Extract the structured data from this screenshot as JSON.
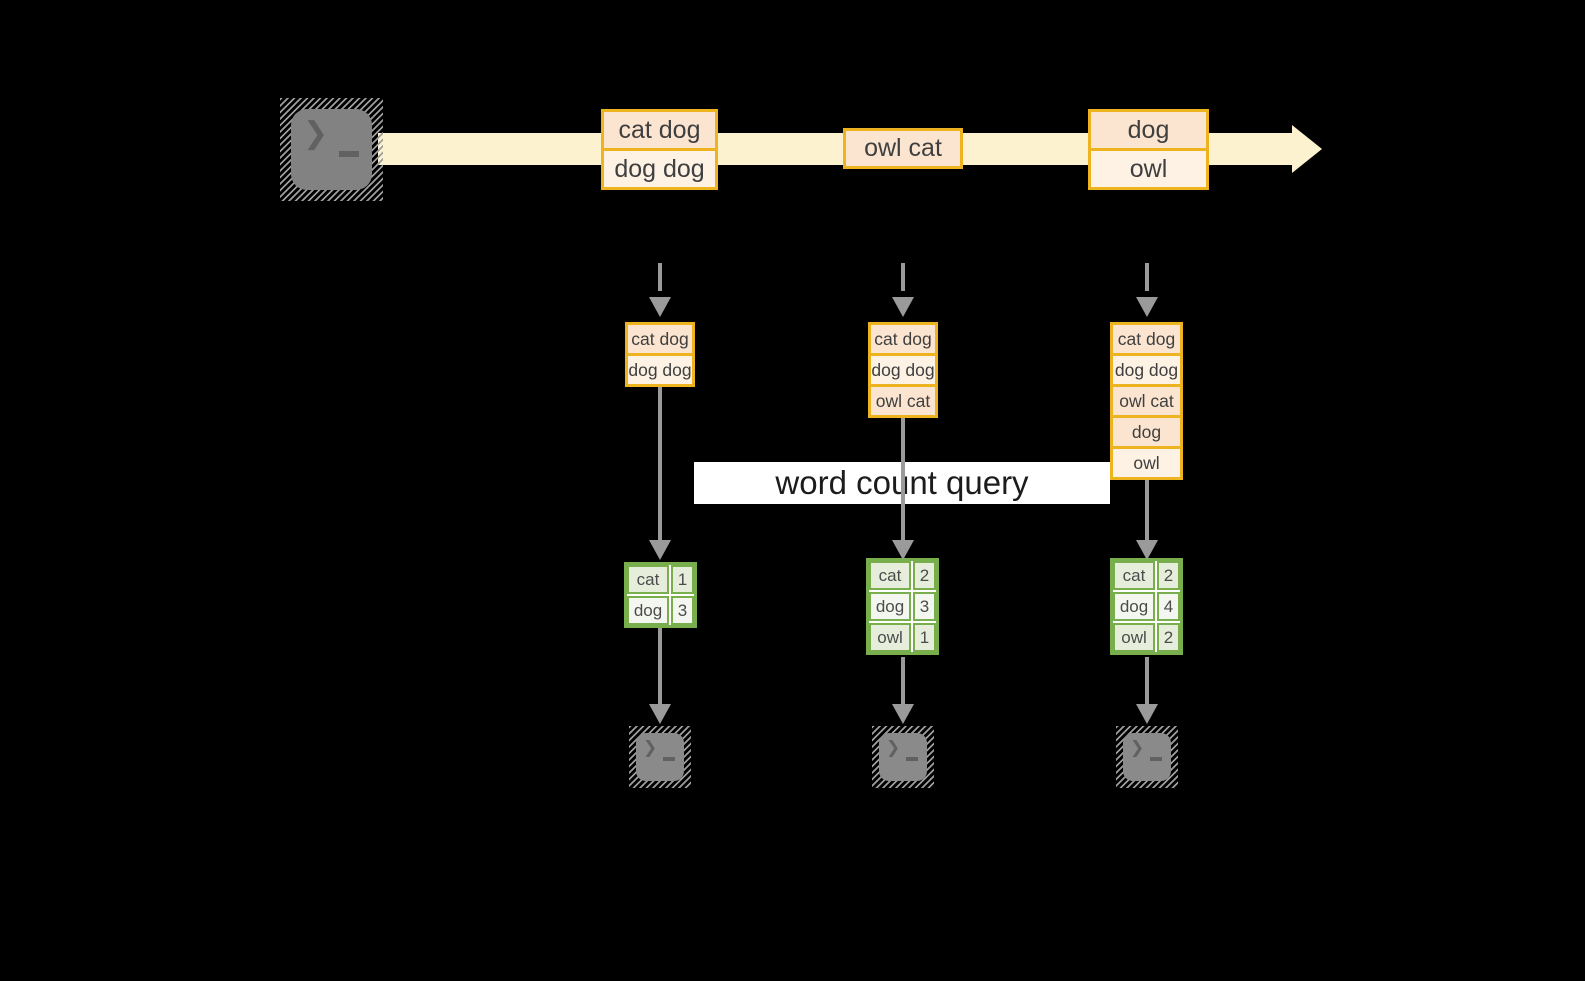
{
  "palette": {
    "background": "#000000",
    "stream_band": "#fcf2cf",
    "record_border": "#eeb41f",
    "record_fill_peach": "#fbe5d0",
    "record_fill_cream": "#fdf2e4",
    "table_border": "#79ae4d",
    "table_fill_dark": "#e6eedb",
    "table_fill_light": "#f3f7ef",
    "arrow_gray": "#9a9a9a",
    "terminal_gray": "#828282",
    "banner_bg": "#ffffff"
  },
  "terminal_icon": {
    "prompt": "❯",
    "cursor": "_"
  },
  "stream": {
    "batches": [
      {
        "records": [
          "cat dog",
          "dog dog"
        ]
      },
      {
        "records": [
          "owl cat"
        ]
      },
      {
        "records": [
          "dog",
          "owl"
        ]
      }
    ]
  },
  "query_banner": {
    "label": "word count query"
  },
  "columns": [
    {
      "state_records": [
        "cat dog",
        "dog dog"
      ],
      "result": [
        {
          "word": "cat",
          "count": "1"
        },
        {
          "word": "dog",
          "count": "3"
        }
      ]
    },
    {
      "state_records": [
        "cat dog",
        "dog dog",
        "owl cat"
      ],
      "result": [
        {
          "word": "cat",
          "count": "2"
        },
        {
          "word": "dog",
          "count": "3"
        },
        {
          "word": "owl",
          "count": "1"
        }
      ]
    },
    {
      "state_records": [
        "cat dog",
        "dog dog",
        "owl cat",
        "dog",
        "owl"
      ],
      "result": [
        {
          "word": "cat",
          "count": "2"
        },
        {
          "word": "dog",
          "count": "4"
        },
        {
          "word": "owl",
          "count": "2"
        }
      ]
    }
  ]
}
